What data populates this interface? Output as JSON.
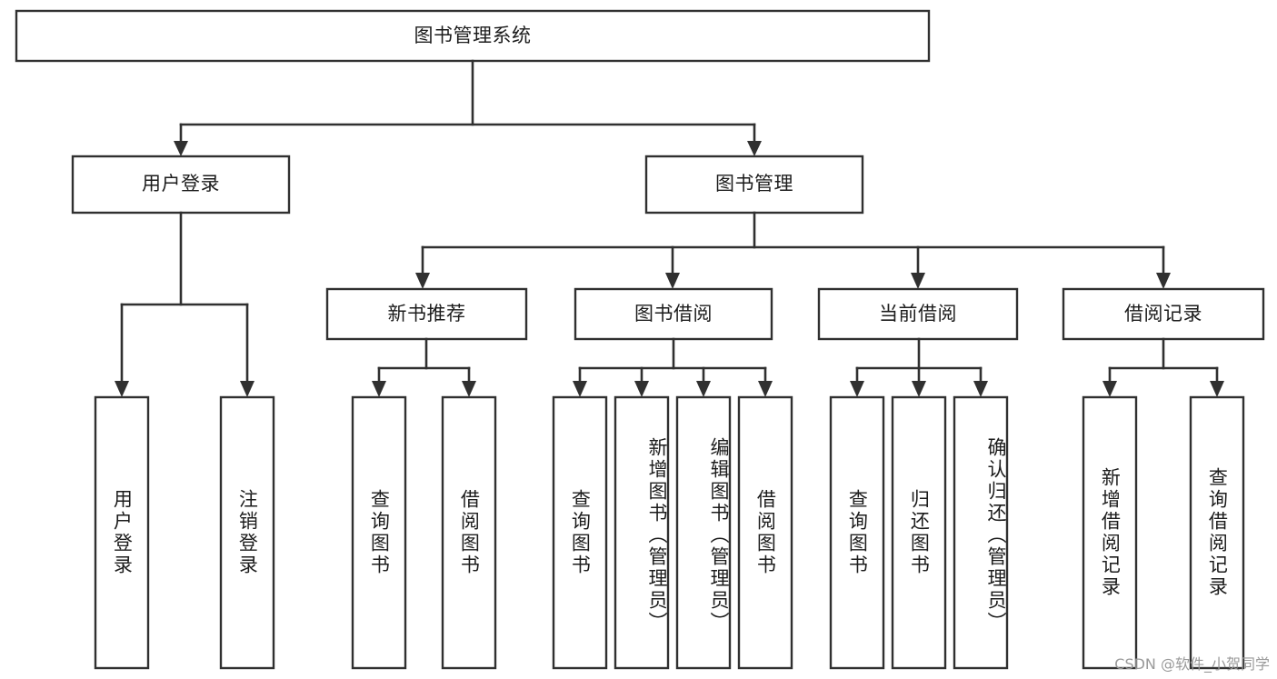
{
  "diagram": {
    "type": "tree-hierarchy-diagram",
    "title": "图书管理系统",
    "watermark": "CSDN @软件_小贺同学",
    "colors": {
      "background": "#ffffff",
      "stroke": "#303030",
      "box_fill": "#ffffff",
      "text": "#1c1c1c",
      "watermark": "#9a9a9a"
    },
    "nodes": {
      "root": {
        "label": "图书管理系统",
        "level": 1,
        "orientation": "horizontal"
      },
      "level2": [
        {
          "label": "用户登录",
          "orientation": "horizontal"
        },
        {
          "label": "图书管理",
          "orientation": "horizontal"
        }
      ],
      "level3": [
        {
          "label": "新书推荐",
          "orientation": "horizontal",
          "parent": "图书管理"
        },
        {
          "label": "图书借阅",
          "orientation": "horizontal",
          "parent": "图书管理"
        },
        {
          "label": "当前借阅",
          "orientation": "horizontal",
          "parent": "图书管理"
        },
        {
          "label": "借阅记录",
          "orientation": "horizontal",
          "parent": "图书管理"
        }
      ],
      "leaves": [
        {
          "label": "用户登录",
          "orientation": "vertical",
          "parent": "用户登录",
          "align": "centered"
        },
        {
          "label": "注销登录",
          "orientation": "vertical",
          "parent": "用户登录",
          "align": "centered"
        },
        {
          "label": "查询图书",
          "orientation": "vertical",
          "parent": "新书推荐",
          "align": "centered"
        },
        {
          "label": "借阅图书",
          "orientation": "vertical",
          "parent": "新书推荐",
          "align": "centered"
        },
        {
          "label": "查询图书",
          "orientation": "vertical",
          "parent": "图书借阅",
          "align": "centered"
        },
        {
          "label": "新增图书（管理员）",
          "orientation": "vertical",
          "parent": "图书借阅",
          "align": "top"
        },
        {
          "label": "编辑图书（管理员）",
          "orientation": "vertical",
          "parent": "图书借阅",
          "align": "top"
        },
        {
          "label": "借阅图书",
          "orientation": "vertical",
          "parent": "图书借阅",
          "align": "centered"
        },
        {
          "label": "查询图书",
          "orientation": "vertical",
          "parent": "当前借阅",
          "align": "centered"
        },
        {
          "label": "归还图书",
          "orientation": "vertical",
          "parent": "当前借阅",
          "align": "centered"
        },
        {
          "label": "确认归还（管理员）",
          "orientation": "vertical",
          "parent": "当前借阅",
          "align": "top"
        },
        {
          "label": "新增借阅记录",
          "orientation": "vertical",
          "parent": "借阅记录",
          "align": "centered"
        },
        {
          "label": "查询借阅记录",
          "orientation": "vertical",
          "parent": "借阅记录",
          "align": "centered"
        }
      ]
    }
  }
}
